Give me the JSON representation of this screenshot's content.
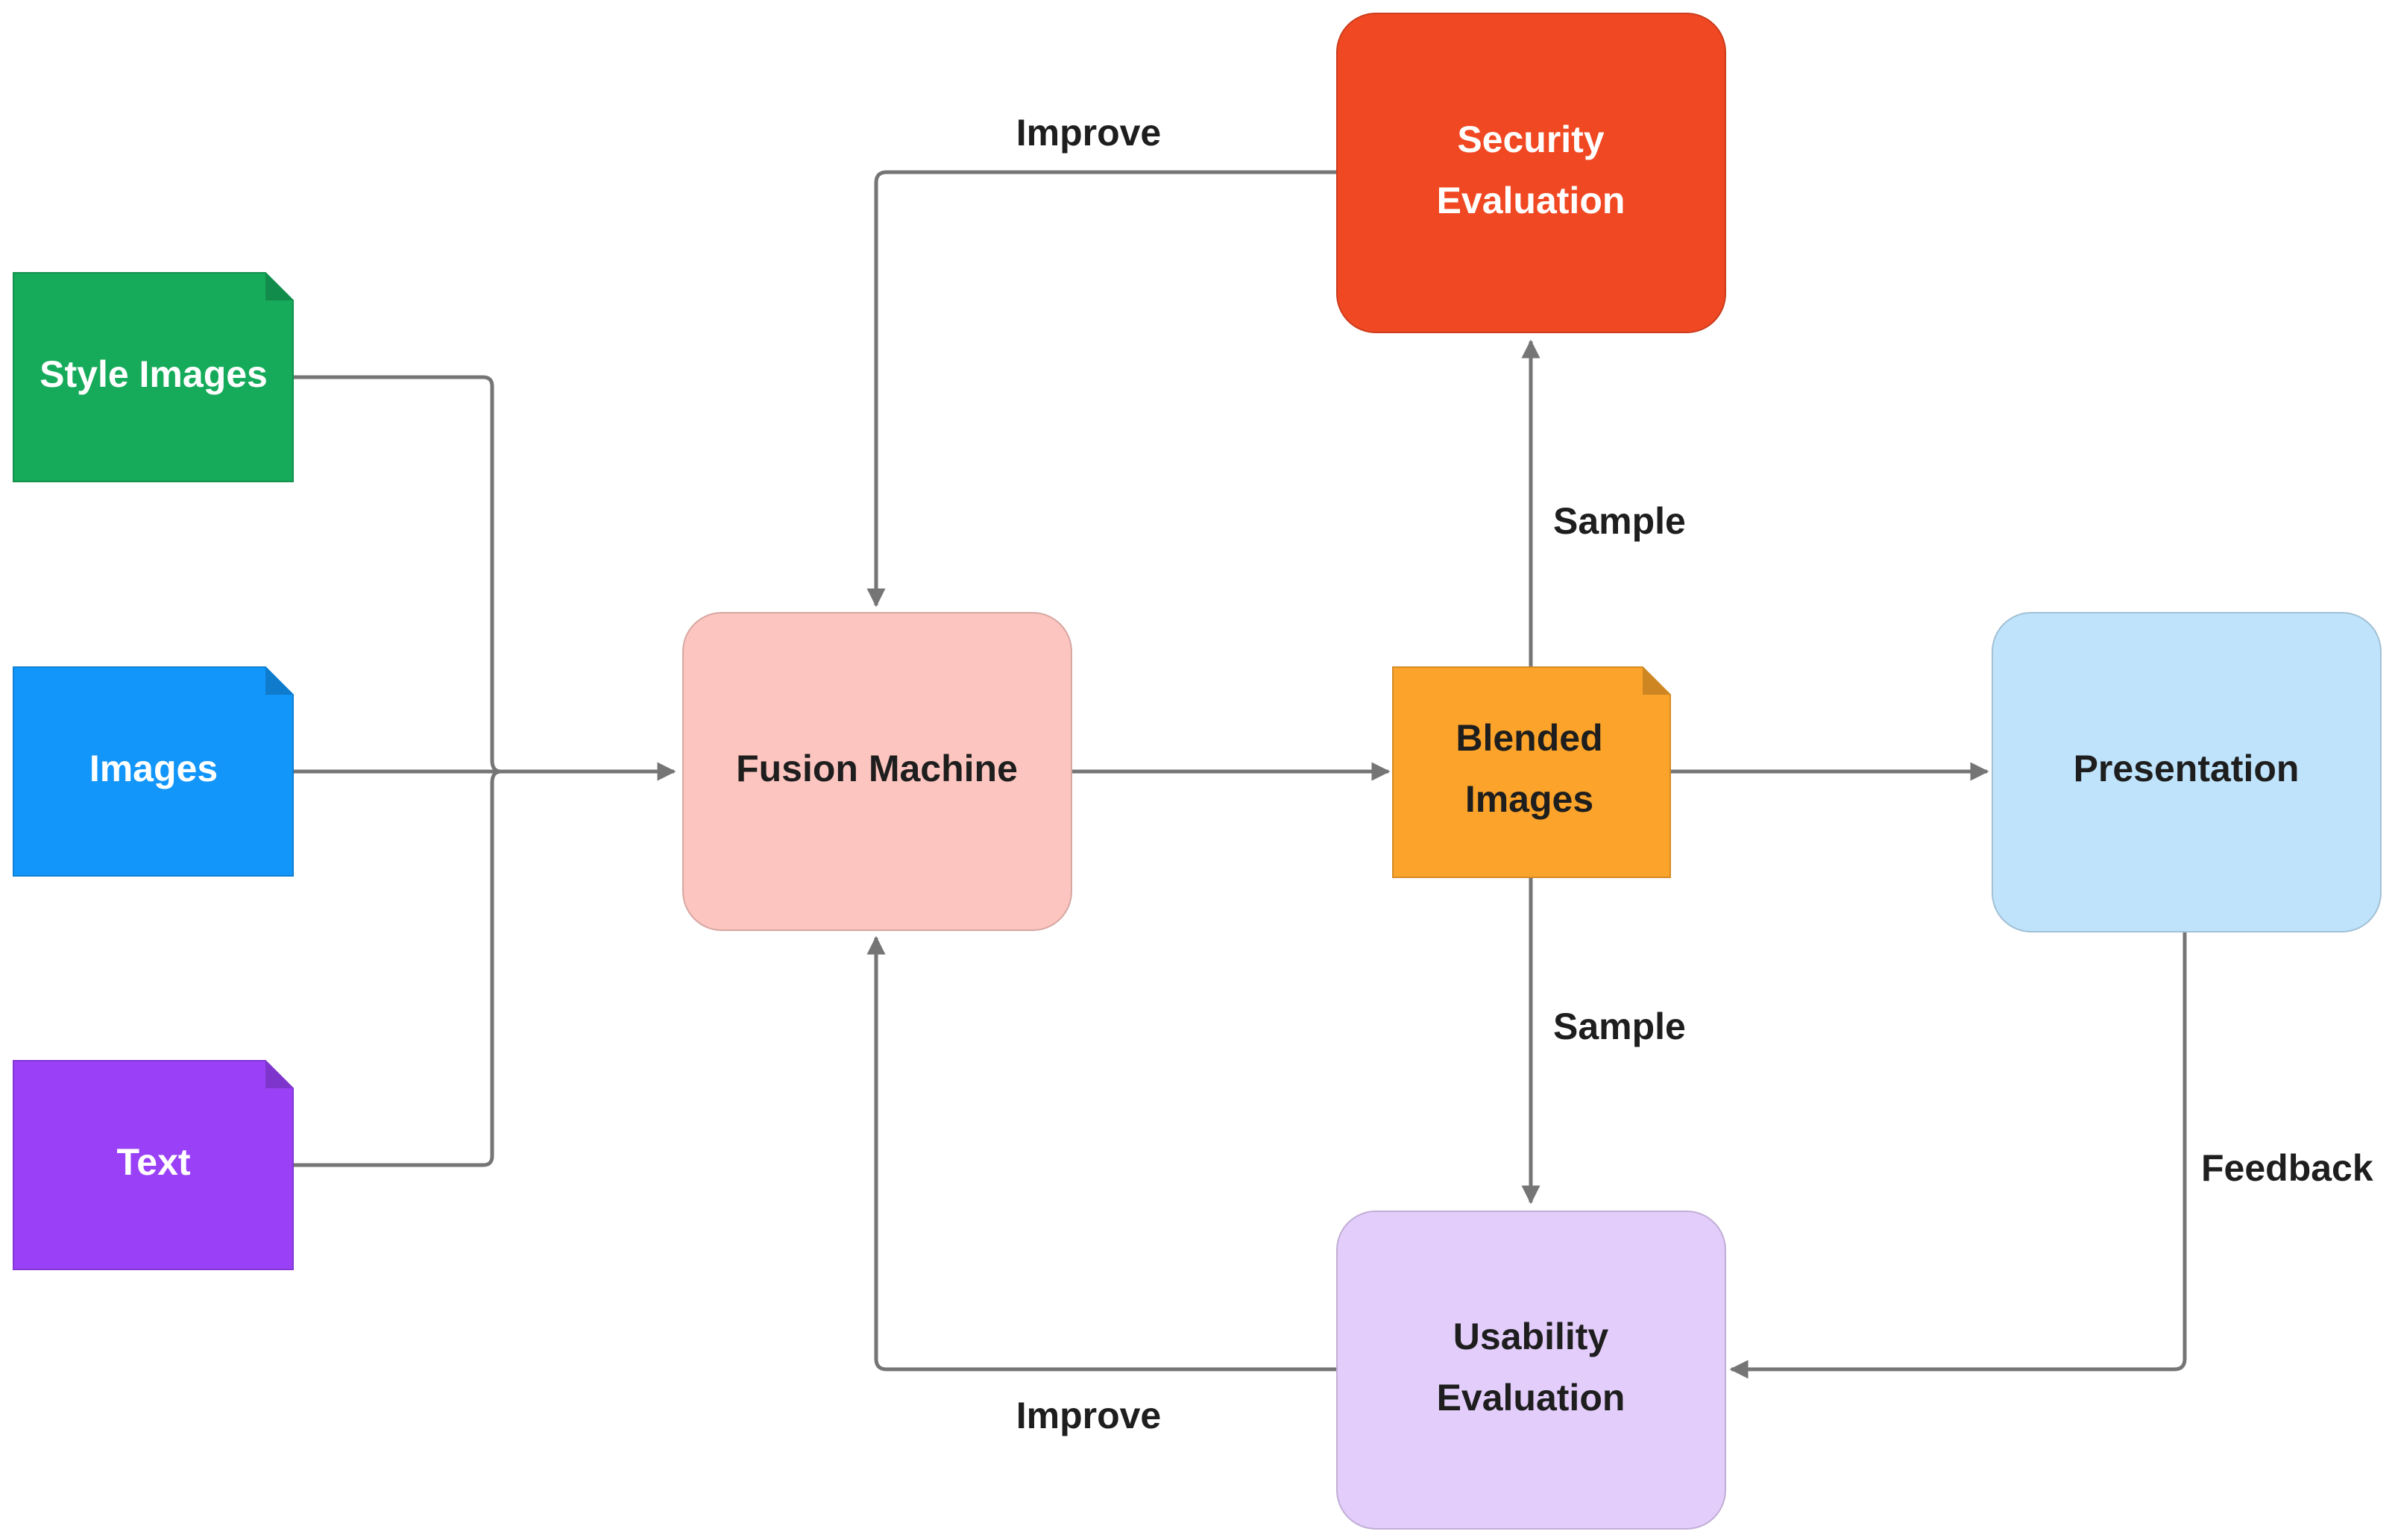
{
  "nodes": {
    "style_images": {
      "label_lines": [
        "Style Images"
      ],
      "fill": "#16AB5A",
      "text_color": "#ffffff"
    },
    "images": {
      "label_lines": [
        "Images"
      ],
      "fill": "#1296F9",
      "text_color": "#ffffff"
    },
    "text": {
      "label_lines": [
        "Text"
      ],
      "fill": "#9A41F7",
      "text_color": "#ffffff"
    },
    "fusion_machine": {
      "label_lines": [
        "Fusion Machine"
      ],
      "fill": "#FDC5BF",
      "text_color": "#1e1e1e"
    },
    "blended_images": {
      "label_lines": [
        "Blended",
        "Images"
      ],
      "fill": "#FBA32A",
      "text_color": "#1e1e1e"
    },
    "security_evaluation": {
      "label_lines": [
        "Security",
        "Evaluation"
      ],
      "fill": "#F04822",
      "text_color": "#ffffff"
    },
    "usability_evaluation": {
      "label_lines": [
        "Usability",
        "Evaluation"
      ],
      "fill": "#E3CDFB",
      "text_color": "#1e1e1e"
    },
    "presentation": {
      "label_lines": [
        "Presentation"
      ],
      "fill": "#BEE3FB",
      "text_color": "#1e1e1e"
    }
  },
  "edge_labels": {
    "improve_top": "Improve",
    "improve_bottom": "Improve",
    "sample_up": "Sample",
    "sample_down": "Sample",
    "feedback": "Feedback"
  },
  "colors": {
    "connector": "#757575"
  }
}
